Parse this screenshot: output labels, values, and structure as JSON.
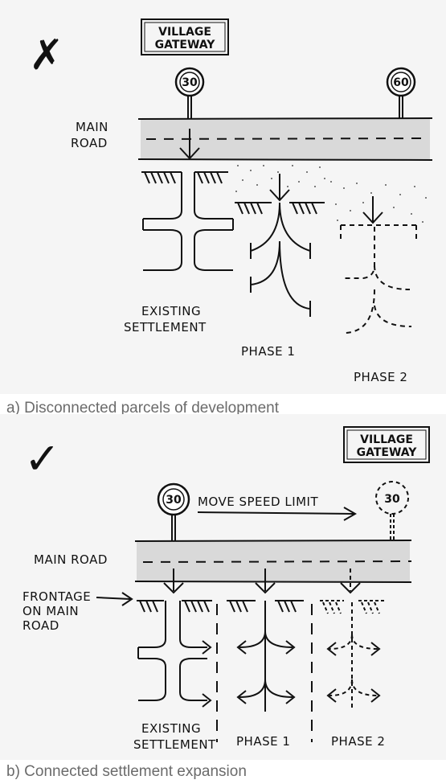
{
  "diagram_a": {
    "mark": "✗",
    "gateway_sign": [
      "VILLAGE",
      "GATEWAY"
    ],
    "speed_sign_left": "30",
    "speed_sign_right": "60",
    "road_label": [
      "MAIN",
      "ROAD"
    ],
    "settlement_label": [
      "EXISTING",
      "SETTLEMENT"
    ],
    "phase1_label": "PHASE 1",
    "phase2_label": "PHASE 2",
    "caption": "a) Disconnected parcels of development"
  },
  "diagram_b": {
    "mark": "✓",
    "gateway_sign": [
      "VILLAGE",
      "GATEWAY"
    ],
    "speed_sign_left": "30",
    "speed_sign_right": "30",
    "speed_note": "MOVE SPEED LIMIT",
    "road_label": "MAIN ROAD",
    "frontage_label": [
      "FRONTAGE",
      "ON MAIN",
      "ROAD"
    ],
    "settlement_label": [
      "EXISTING",
      "SETTLEMENT"
    ],
    "phase1_label": "PHASE 1",
    "phase2_label": "PHASE 2",
    "caption": "b) Connected settlement expansion"
  },
  "colors": {
    "road_fill": "#d9d9d9",
    "panel_bg": "#f5f5f5",
    "ink": "#111111",
    "caption": "#6b6b6b"
  }
}
